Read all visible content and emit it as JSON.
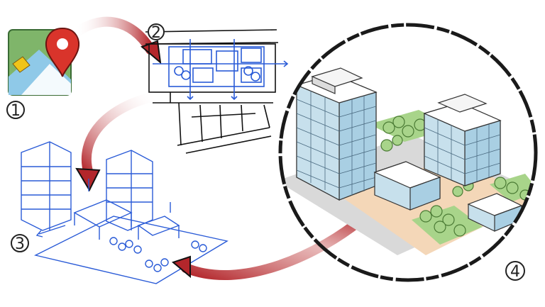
{
  "steps": [
    {
      "number": "1",
      "icon": "map-pin-icon"
    },
    {
      "number": "2",
      "icon": "floor-plan-sketch-icon"
    },
    {
      "number": "3",
      "icon": "wireframe-massing-icon"
    },
    {
      "number": "4",
      "icon": "rendered-buildings-icon"
    }
  ],
  "colors": {
    "sketch_blue": "#2a5bd7",
    "arrow_red": "#b3262b",
    "map_green": "#7fb56a",
    "map_blue": "#8fc9e8",
    "map_yellow": "#f0c419",
    "pin_red": "#d9342b",
    "tree_green": "#a8d48a",
    "glass_blue": "#a9cfe3",
    "ground_tan": "#f4d7b8"
  }
}
